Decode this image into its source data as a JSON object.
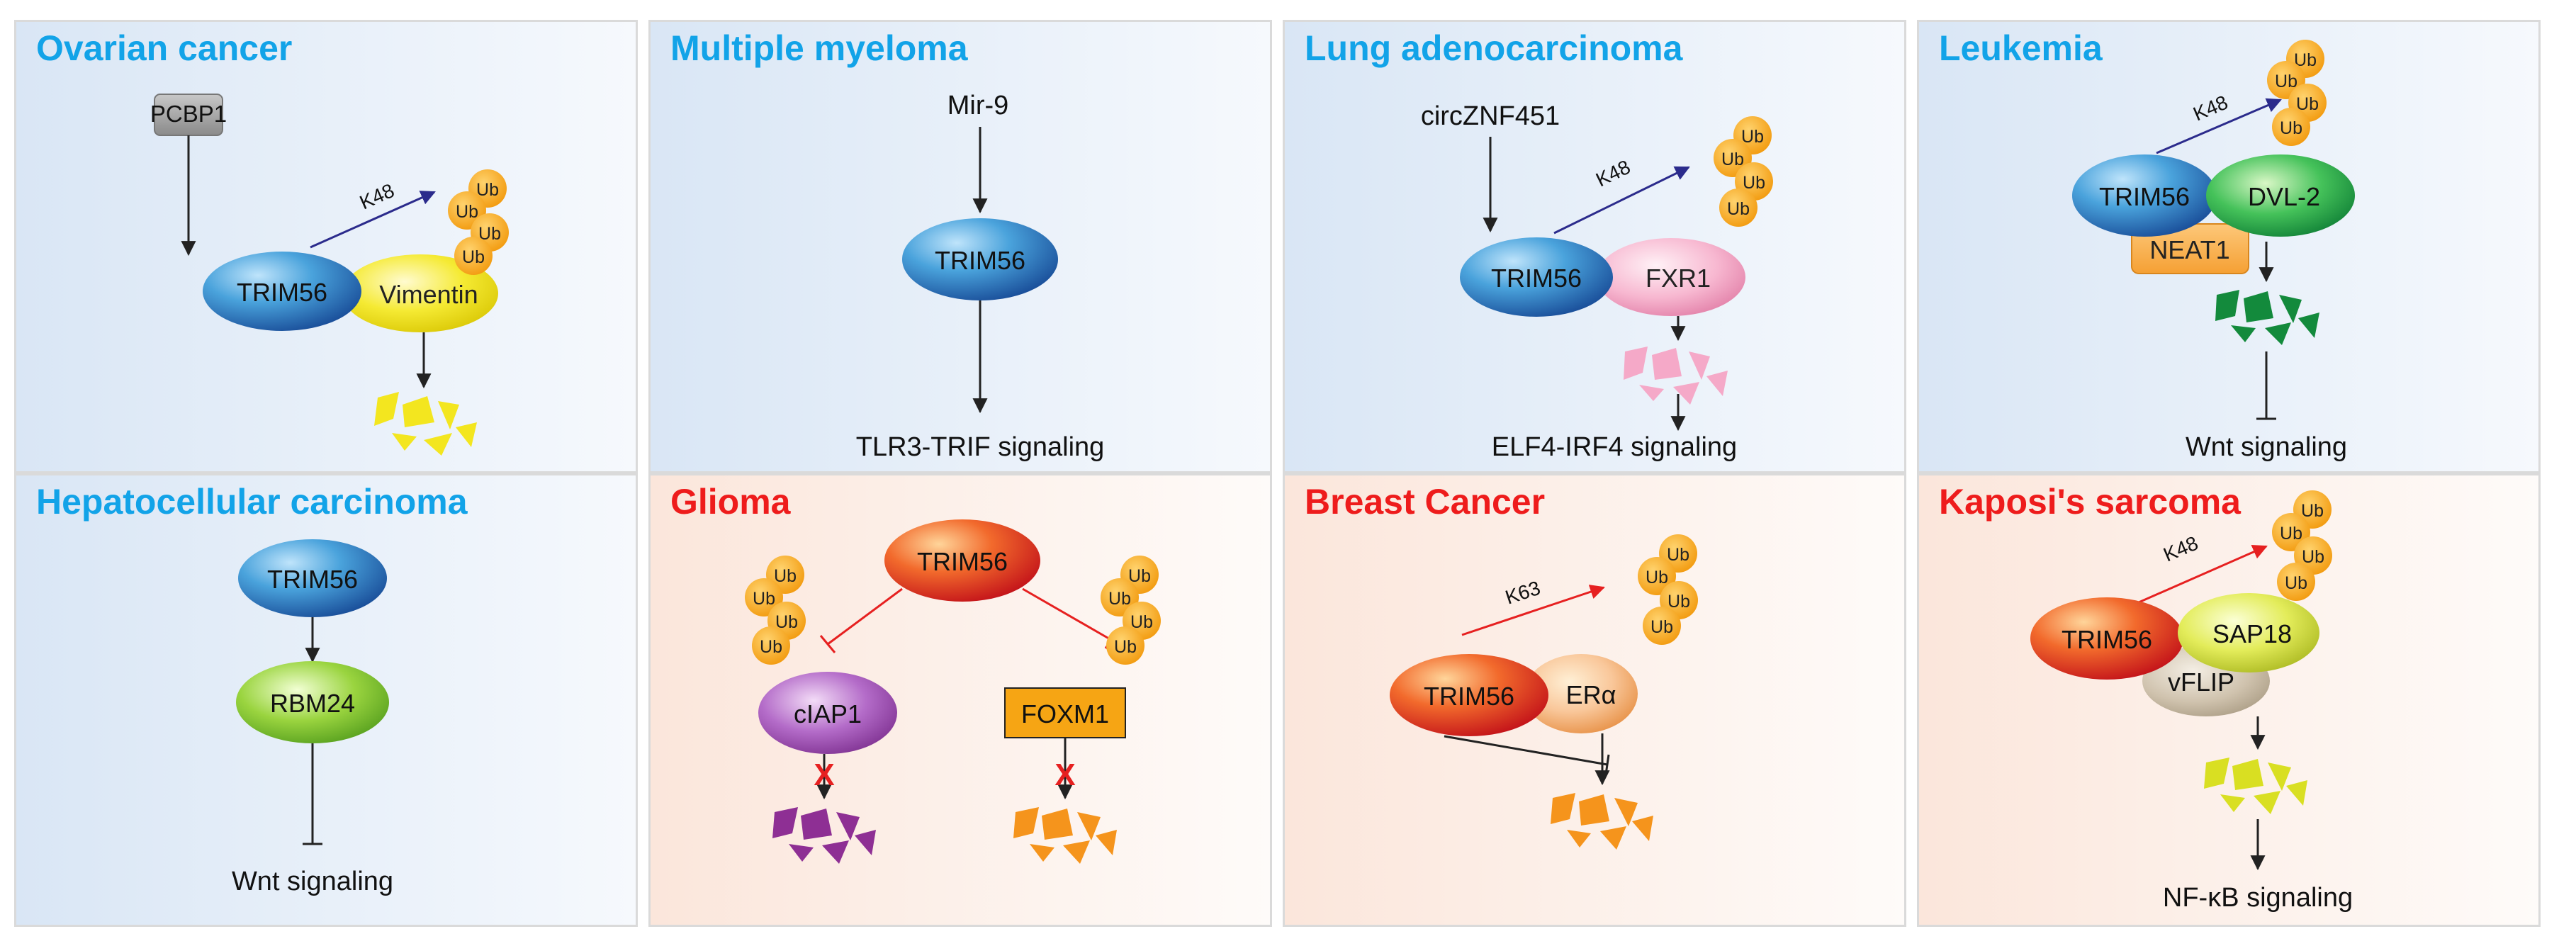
{
  "colors": {
    "title_blue": "#12a3e8",
    "title_red": "#ee1c1c",
    "ub_orange": "#f7a51c",
    "k48_arrow_blue": "#2b2b8c",
    "arrow_red": "#e62020"
  },
  "panels": [
    {
      "title": "Ovarian cancer",
      "theme": "blue",
      "labels": {
        "pcbp1": "PCBP1",
        "trim56": "TRIM56",
        "vimentin": "Vimentin",
        "k48": "K48",
        "ub": "Ub"
      }
    },
    {
      "title": "Multiple myeloma",
      "theme": "blue",
      "labels": {
        "mir9": "Mir-9",
        "trim56": "TRIM56",
        "signaling": "TLR3-TRIF signaling"
      }
    },
    {
      "title": "Lung adenocarcinoma",
      "theme": "blue",
      "labels": {
        "circ": "circZNF451",
        "trim56": "TRIM56",
        "fxr1": "FXR1",
        "k48": "K48",
        "ub": "Ub",
        "signaling": "ELF4-IRF4 signaling"
      }
    },
    {
      "title": "Leukemia",
      "theme": "blue",
      "labels": {
        "trim56": "TRIM56",
        "dvl2": "DVL-2",
        "neat1": "NEAT1",
        "k48": "K48",
        "ub": "Ub",
        "signaling": "Wnt signaling"
      }
    },
    {
      "title": "Hepatocellular carcinoma",
      "theme": "blue",
      "labels": {
        "trim56": "TRIM56",
        "rbm24": "RBM24",
        "signaling": "Wnt signaling"
      }
    },
    {
      "title": "Glioma",
      "theme": "red",
      "labels": {
        "trim56": "TRIM56",
        "ciap1": "cIAP1",
        "foxm1": "FOXM1",
        "ub": "Ub",
        "block": "X"
      }
    },
    {
      "title": "Breast Cancer",
      "theme": "red",
      "labels": {
        "trim56": "TRIM56",
        "era": "ERα",
        "k63": "K63",
        "ub": "Ub"
      }
    },
    {
      "title": "Kaposi's sarcoma",
      "theme": "red",
      "labels": {
        "trim56": "TRIM56",
        "sap18": "SAP18",
        "vflip": "vFLIP",
        "k48": "K48",
        "ub": "Ub",
        "signaling": "NF-κB signaling"
      }
    }
  ]
}
